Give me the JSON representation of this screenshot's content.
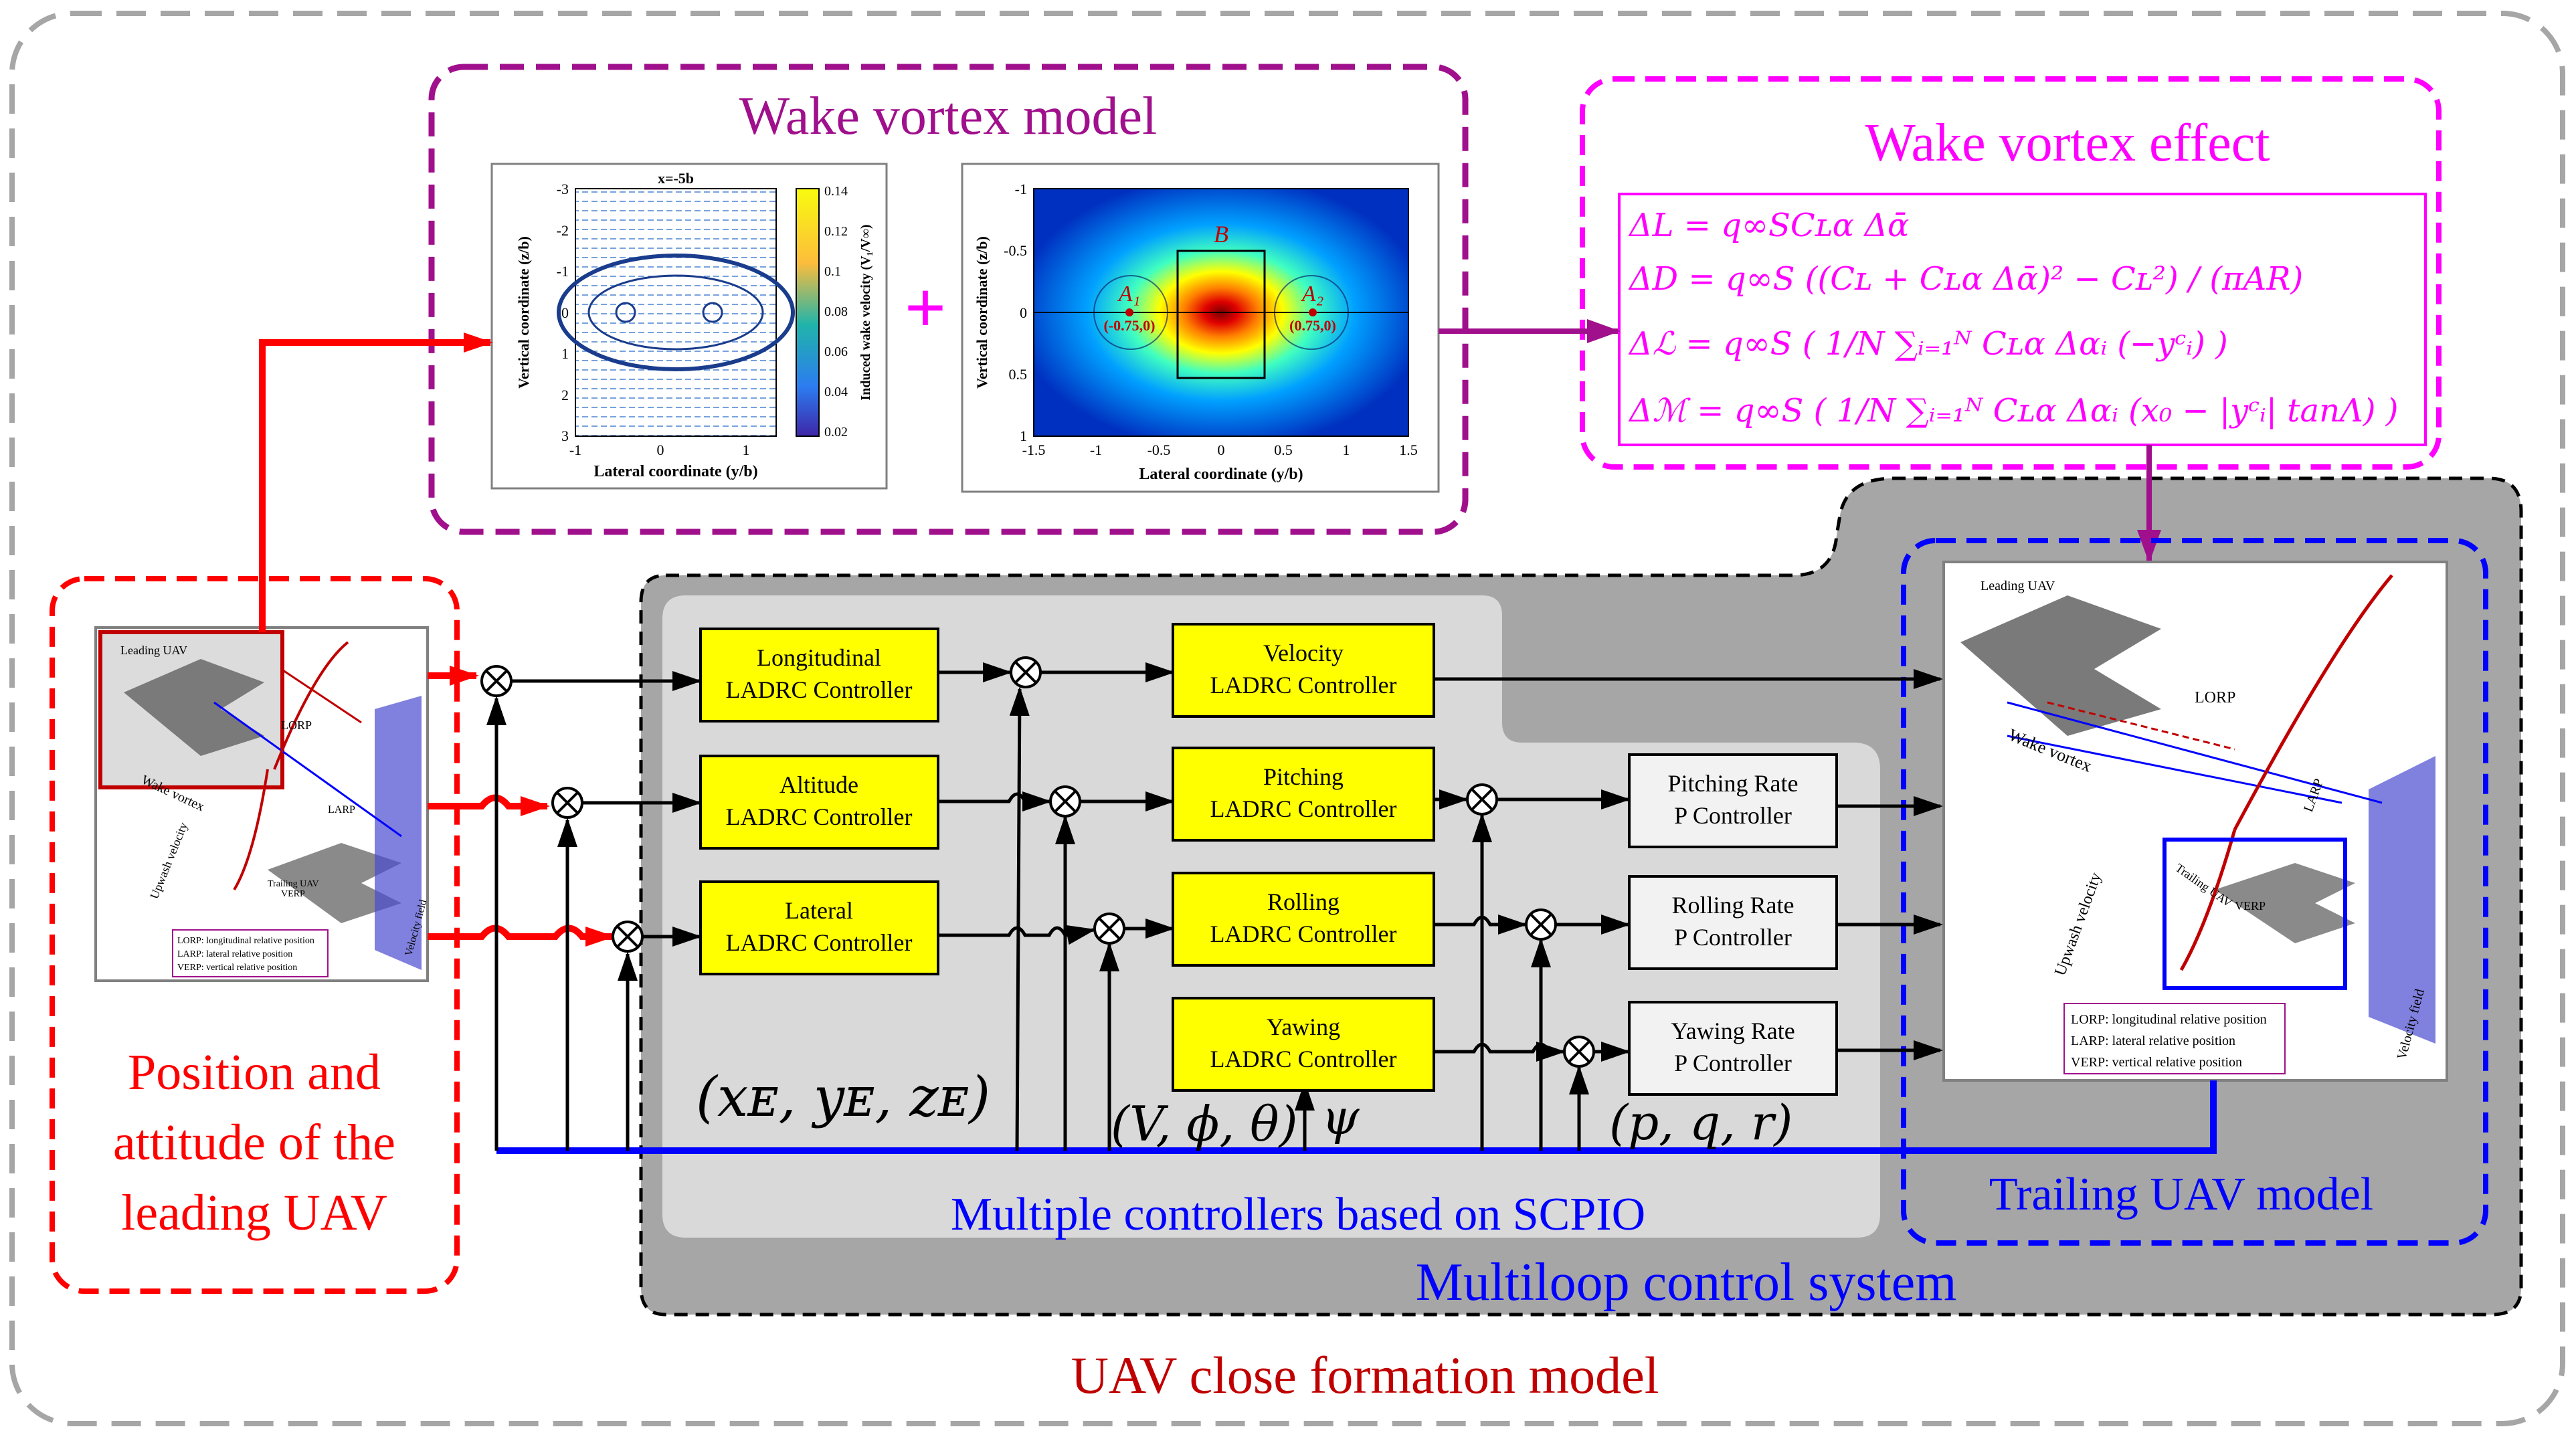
{
  "title": "UAV close formation model",
  "wake_model": {
    "title": "Wake vortex model",
    "plot1": {
      "title": "x=-5b",
      "xlabel": "Lateral  coordinate (y/b)",
      "ylabel": "Vertical coordinate (z/b)",
      "colorbar_label": "Induced wake velocity (V₁/V∞)",
      "xticks": [
        "-1",
        "0",
        "1"
      ],
      "yticks": [
        "-3",
        "-2",
        "-1",
        "0",
        "1",
        "2",
        "3"
      ],
      "cticks": [
        "0.14",
        "0.12",
        "0.1",
        "0.08",
        "0.06",
        "0.04",
        "0.02"
      ]
    },
    "plus_sign": "+",
    "plot2": {
      "xlabel": "Lateral coordinate (y/b)",
      "ylabel": "Vertical coordinate (z/b)",
      "box_label": "B",
      "left_point_label": "A₁",
      "left_point_coord": "(-0.75,0)",
      "right_point_label": "A₂",
      "right_point_coord": "(0.75,0)",
      "xticks": [
        "-1.5",
        "-1",
        "-0.5",
        "0",
        "0.5",
        "1",
        "1.5"
      ],
      "yticks": [
        "-1",
        "-0.5",
        "0",
        "0.5",
        "1"
      ]
    }
  },
  "wake_effect": {
    "title": "Wake vortex effect",
    "equations": [
      "ΔL = q∞SCʟα Δᾱ",
      "ΔD = q∞S ((Cʟ + Cʟα Δᾱ)² − Cʟ²) / (πAR)",
      "Δℒ = q∞S ( 1/N ∑ᵢ₌₁ᴺ Cʟα Δαᵢ (−yᶜᵢ) )",
      "Δℳ = q∞S ( 1/N ∑ᵢ₌₁ᴺ Cʟα Δαᵢ (x₀ − |yᶜᵢ| tanΛ) )"
    ]
  },
  "leading_uav": {
    "title_lines": [
      "Position and",
      "attitude of the",
      "leading UAV"
    ],
    "figure_labels": [
      "Leading UAV",
      "LORP",
      "Wake vortex",
      "Upwash velocity",
      "Trailing UAV",
      "VERP",
      "LARP",
      "Velocity field"
    ],
    "legend": [
      "LORP: longitudinal relative position",
      "LARP: lateral relative position",
      "VERP: vertical relative position"
    ]
  },
  "controllers": {
    "longitudinal": [
      "Longitudinal",
      "LADRC Controller"
    ],
    "altitude": [
      "Altitude",
      "LADRC Controller"
    ],
    "lateral": [
      "Lateral",
      "LADRC Controller"
    ],
    "velocity": [
      "Velocity",
      "LADRC Controller"
    ],
    "pitching": [
      "Pitching",
      "LADRC Controller"
    ],
    "rolling": [
      "Rolling",
      "LADRC Controller"
    ],
    "yawing": [
      "Yawing",
      "LADRC Controller"
    ],
    "pitching_rate": [
      "Pitching Rate",
      "P Controller"
    ],
    "rolling_rate": [
      "Rolling Rate",
      "P Controller"
    ],
    "yawing_rate": [
      "Yawing Rate",
      "P Controller"
    ]
  },
  "signals": {
    "position": "(xᴇ, yᴇ, zᴇ)",
    "attitude": "(V, ϕ, θ)",
    "heading": "ψ",
    "rates": "(p, q, r)"
  },
  "labels": {
    "scpio": "Multiple controllers based on SCPIO",
    "multiloop": "Multiloop control system",
    "trailing": "Trailing UAV model"
  },
  "trailing_uav": {
    "figure_labels": [
      "Leading UAV",
      "LORP",
      "Wake vortex",
      "Upwash velocity",
      "Trailing UAV",
      "VERP",
      "LARP",
      "Velocity field"
    ],
    "legend": [
      "LORP: longitudinal relative position",
      "LARP: lateral relative position",
      "VERP: vertical relative position"
    ]
  },
  "colors": {
    "red": "#ff0000",
    "purple": "#a0108c",
    "magenta": "#ff00ff",
    "blue": "#0000ff",
    "controller_yellow": "#ffff00",
    "dark_gray": "#a6a6a6",
    "light_gray": "#d9d9d9"
  }
}
